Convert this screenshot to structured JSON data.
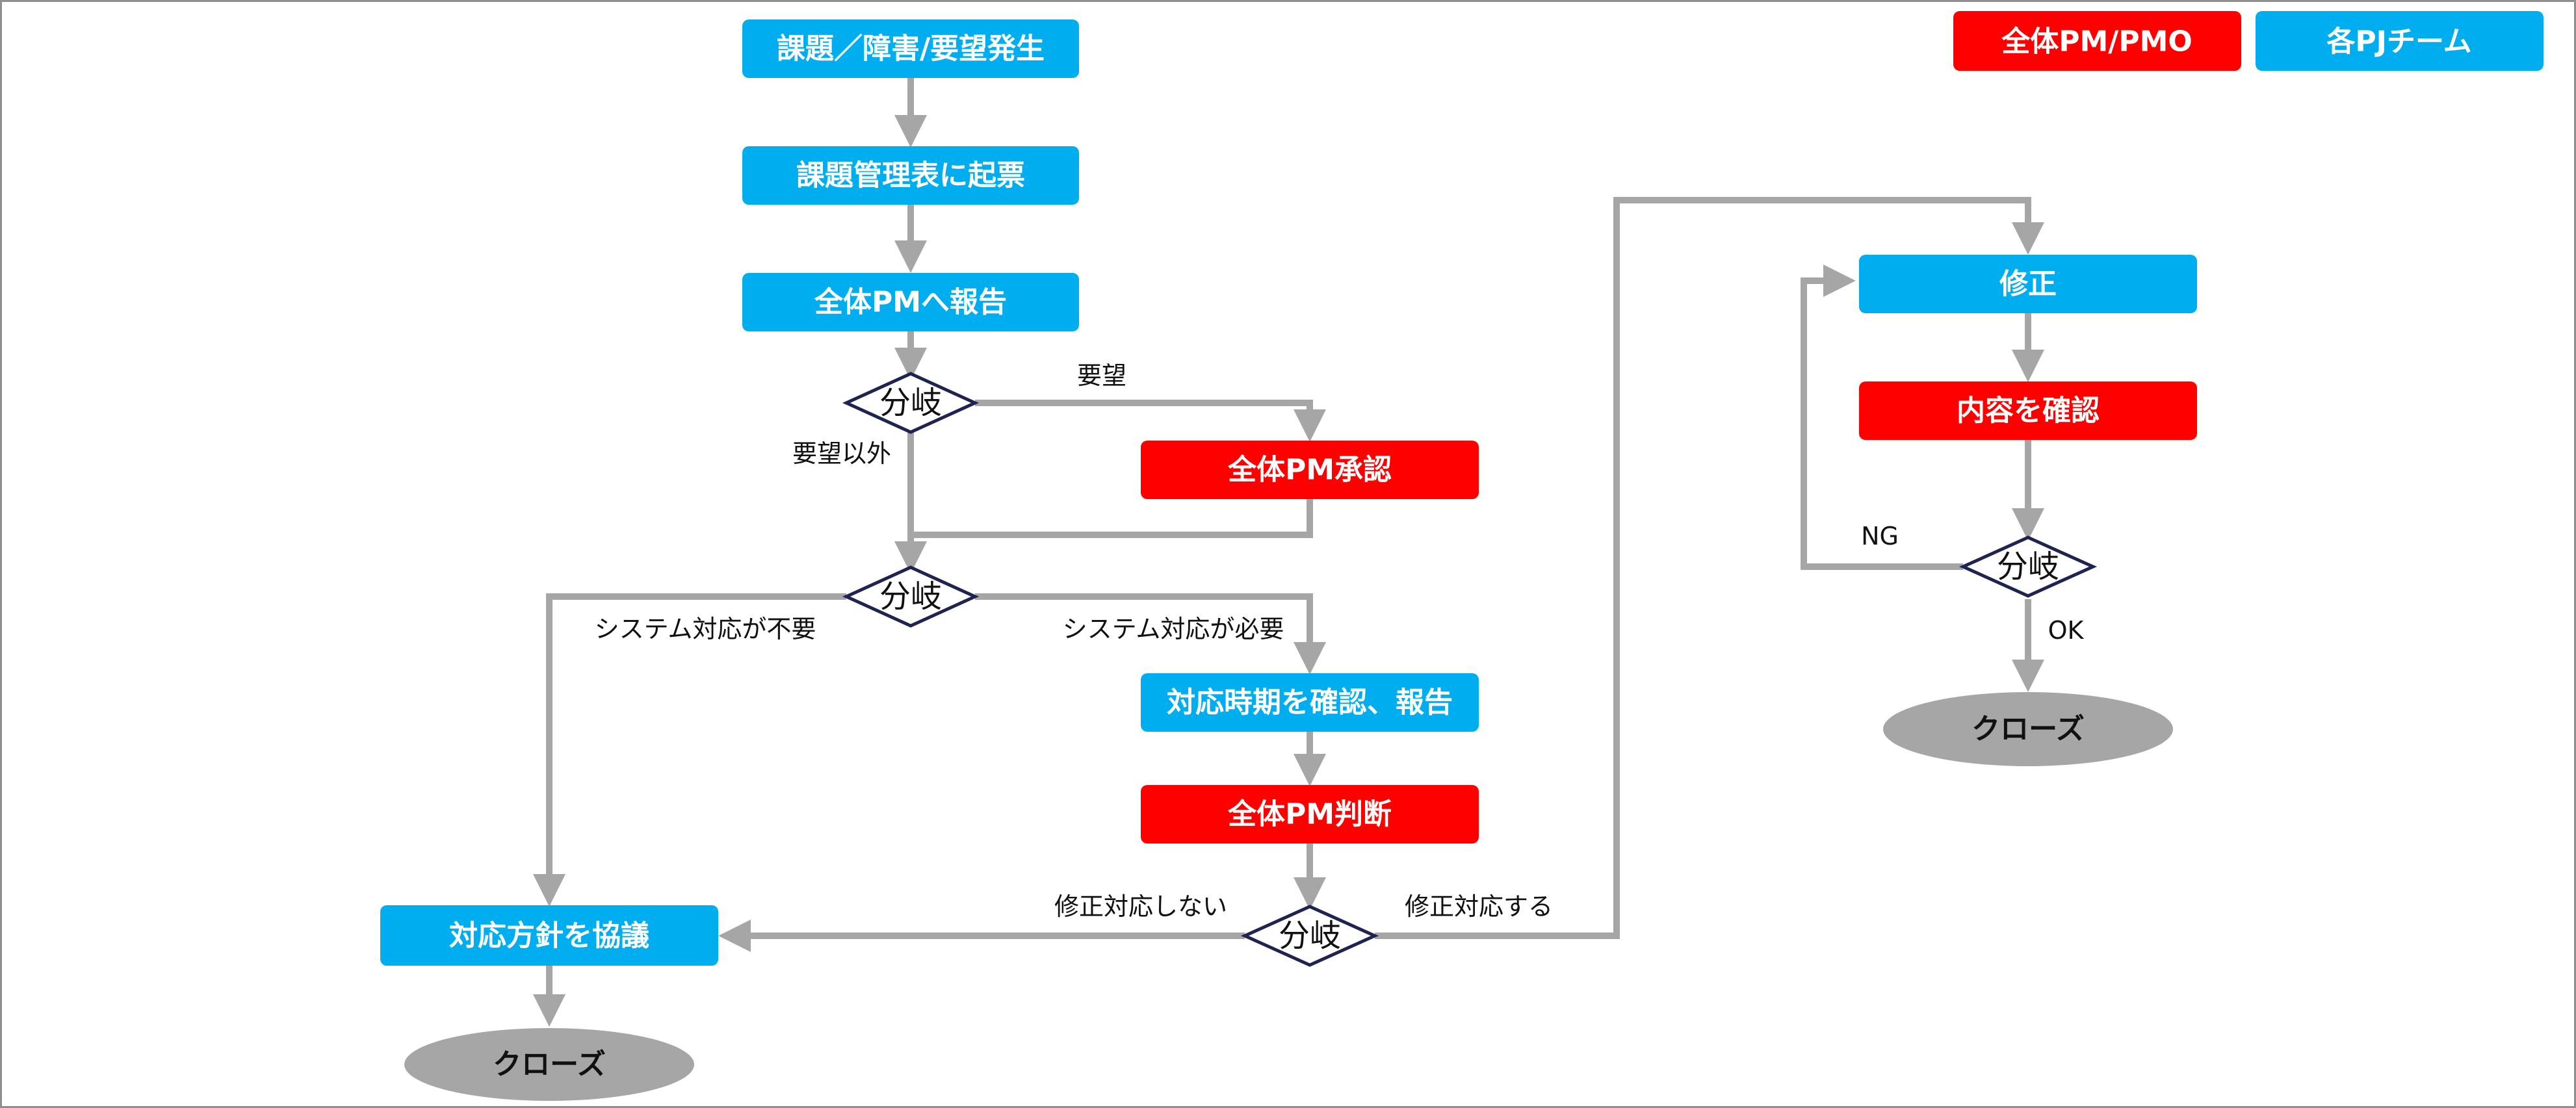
{
  "colors": {
    "pm_red": "#ff0000",
    "pj_blue": "#00aeef",
    "close_gray": "#a6a6a6",
    "connector_gray": "#a6a6a6",
    "diamond_border": "#1f2352"
  },
  "legend": {
    "pm_pmo": "全体PM/PMO",
    "pj_team": "各PJチーム"
  },
  "nodes": {
    "issue_occurrence": "課題／障害/要望発生",
    "register_issue": "課題管理表に起票",
    "report_to_pm": "全体PMへ報告",
    "branch_1": "分岐",
    "pm_approval": "全体PM承認",
    "branch_2": "分岐",
    "confirm_schedule": "対応時期を確認、報告",
    "pm_judgment": "全体PM判断",
    "branch_3": "分岐",
    "discuss_policy": "対応方針を協議",
    "close_left": "クローズ",
    "fix": "修正",
    "verify_content": "内容を確認",
    "branch_4": "分岐",
    "close_right": "クローズ"
  },
  "edge_labels": {
    "request": "要望",
    "other_than_request": "要望以外",
    "system_not_needed": "システム対応が不要",
    "system_needed": "システム対応が必要",
    "no_fix": "修正対応しない",
    "do_fix": "修正対応する",
    "ng": "NG",
    "ok": "OK"
  }
}
